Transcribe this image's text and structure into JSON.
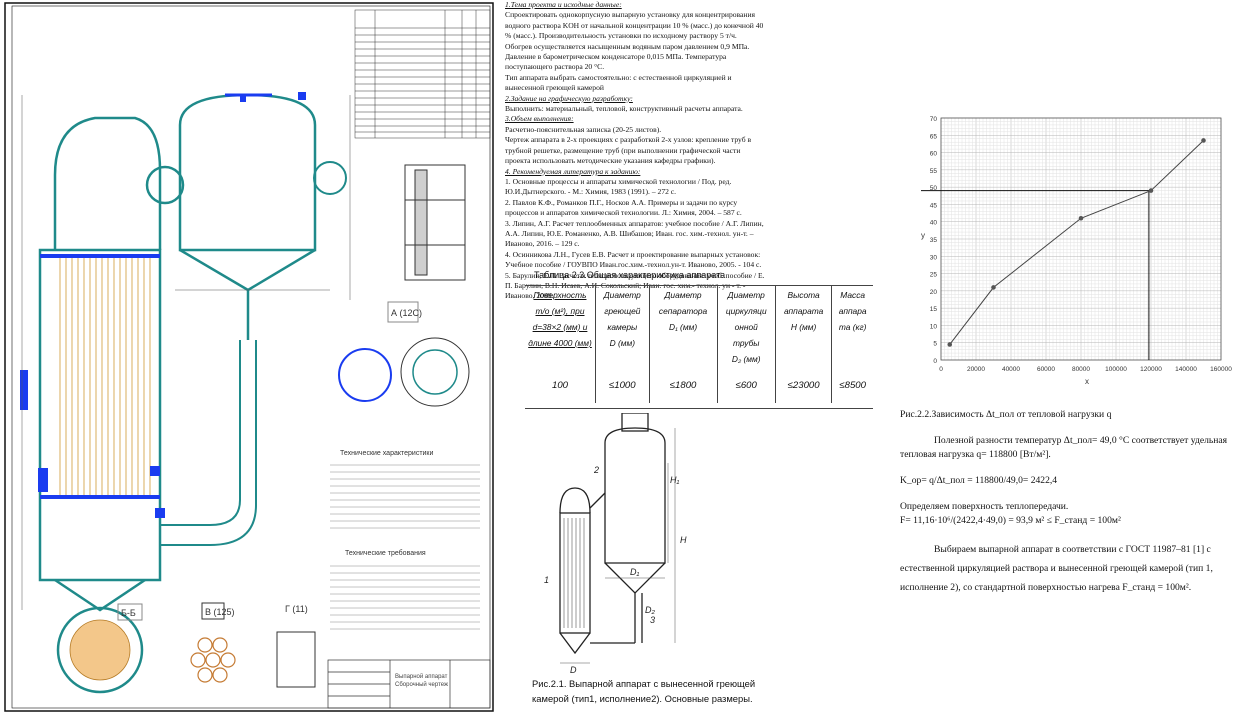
{
  "drawing": {
    "title_block": {
      "line1": "Выпарной аппарат",
      "line2": "Сборочный чертеж"
    },
    "section_labels": {
      "a": "А (12С)",
      "b": "В (125)",
      "c": "Г (11)",
      "d": "Б-Б"
    },
    "requirements_title": "Технические характеристики",
    "requirements2_title": "Технические требования"
  },
  "document": {
    "heading1": "1.Тема проекта и исходные данные:",
    "para1": "Спроектировать однокорпусную выпарную установку для концентрирования водного раствора KOH от начальной концентрации 10 % (масс.) до конечной 40 % (масс.). Производительность установки по исходному раствору 5 т/ч. Обогрев осуществляется насыщенным водяным паром давлением 0,9 МПа. Давление в барометрическом конденсаторе 0,015 МПа. Температура поступающего раствора 20 °С.",
    "line_type": "Тип аппарата выбрать самостоятельно: с естественной циркуляцией и вынесенной греющей камерой",
    "heading2": "2.Задание на графическую разработку:",
    "line_perform": "Выполнить: материальный, тепловой, конструктивный расчеты аппарата.",
    "heading3": "3.Объем выполнения:",
    "line_note": "Расчетно-пояснительная записка (20-25 листов).",
    "line_draw": "Чертеж аппарата в 2-х проекциях с разработкой 2-х узлов: крепление труб в трубной решетке, размещение труб (при выполнении графической части проекта использовать методические указания кафедры графики).",
    "heading4": "4. Рекомендуемая литература к заданию:",
    "refs": [
      "1. Основные процессы и аппараты химической технологии / Под. ред. Ю.И.Дытнерского. - М.: Химия, 1983 (1991). – 272 с.",
      "2. Павлов К.Ф., Романков П.Г., Носков А.А. Примеры и задачи по курсу процессов и аппаратов химической технологии. Л.: Химия, 2004. – 587 с.",
      "3. Липин, А.Г. Расчет теплообменных аппаратов: учебное пособие / А.Г. Липин, А.А. Липин, Ю.Е. Романенко, А.В. Шибашов; Иван. гос. хим.-технол. ун-т. – Иваново, 2016. – 129 с.",
      "4. Осинникова Л.Н., Гусев Е.В. Расчет и проектирование выпарных установок: Учебное пособие / ГОУВПО Иван.гос.хим.-технол.ун-т. Иваново, 2005. - 104 с.",
      "5. Барулин, Е.П. Расчеты теплоиспользующего оборудования: учеб. пособие / Е. П. Барулин, В.Н. Исаев, А.И. Сокольский; Иван. гос. хим.- технол. ун - т. - Иваново, 2009."
    ]
  },
  "table": {
    "caption": "Таблица 2.3.Общая характеристика аппарата",
    "headers": [
      [
        "Поверхность",
        "т/о (м²), при",
        "d=38×2 (мм) и",
        "длине 4000 (мм)"
      ],
      [
        "Диаметр",
        "греющей",
        "камеры",
        "D (мм)"
      ],
      [
        "Диаметр",
        "сепаратора",
        "D₁ (мм)"
      ],
      [
        "Диаметр",
        "циркуляци",
        "онной",
        "трубы",
        "D₂ (мм)"
      ],
      [
        "Высота",
        "аппарата",
        "H (мм)"
      ],
      [
        "Масса",
        "аппара",
        "та (кг)"
      ]
    ],
    "values": [
      "100",
      "≤1000",
      "≤1800",
      "≤600",
      "≤23000",
      "≤8500"
    ]
  },
  "figure": {
    "caption": "Рис.2.1. Выпарной аппарат с вынесенной греющей камерой (тип1, исполнение2). Основные размеры.",
    "labels": [
      "1",
      "2",
      "3",
      "D",
      "D₁",
      "D₂",
      "H",
      "H₁"
    ]
  },
  "chart_data": {
    "type": "line",
    "x": [
      5000,
      30000,
      80000,
      120000,
      150000
    ],
    "y": [
      4.5,
      21,
      41,
      49,
      63.5
    ],
    "xlabel": "x",
    "ylabel": "y",
    "xlim": [
      0,
      160000
    ],
    "ylim": [
      0,
      70
    ],
    "xticks": [
      0,
      20000,
      40000,
      60000,
      80000,
      100000,
      120000,
      140000,
      160000
    ],
    "yticks": [
      0,
      5,
      10,
      15,
      20,
      25,
      30,
      35,
      40,
      45,
      50,
      55,
      60,
      65,
      70
    ],
    "grid": true,
    "annotation": {
      "x": 118800,
      "y": 49
    }
  },
  "right_text": {
    "caption": "Рис.2.2.Зависимость Δt_пол от тепловой нагрузки q",
    "p1": "Полезной разности температур Δt_пол= 49,0 °С соответствует удельная тепловая нагрузка q= 118800 [Вт/м²].",
    "p2": "K_ор= q/Δt_пол = 118800/49,0= 2422,4",
    "p3": "Определяем поверхность теплопередачи.",
    "p4": "F= 11,16·10⁶/(2422,4·49,0) = 93,9 м² ≤ F_станд = 100м²",
    "p5": "Выбираем выпарной аппарат в соответствии с ГОСТ 11987–81 [1] с естественной циркуляцией раствора и вынесенной греющей камерой (тип 1, исполнение 2), со стандартной поверхностью нагрева F_станд = 100м²."
  }
}
